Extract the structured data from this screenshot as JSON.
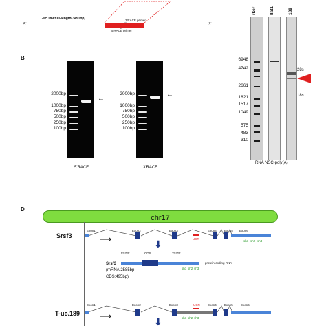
{
  "panel_a": {
    "construct_label": "T-uc.189 full-length(3451bp)",
    "end_5": "5'",
    "end_3": "3'",
    "primer_5race": "5'RACE primer",
    "primer_3race": "3'RACE primer",
    "accent_color": "#e02020"
  },
  "panel_b": {
    "letter": "B",
    "ladder_labels": [
      "2000bp",
      "1000bp",
      "750bp",
      "500bp",
      "250bp",
      "100bp"
    ],
    "gel1_caption": "5'RACE",
    "gel2_caption": "3'RACE",
    "arrow_glyph": "←"
  },
  "northern": {
    "lane_headers": [
      "rker",
      "llat1",
      "189"
    ],
    "ladder_labels": [
      "6948",
      "4742",
      "2661",
      "1821",
      "1517",
      "1049",
      "575",
      "483",
      "310"
    ],
    "marker_28s": "28s",
    "marker_18s": "18s",
    "caption": "RNA NSC-poly(A)"
  },
  "panel_d": {
    "letter": "D",
    "chromosome": "chr17",
    "chromosome_color": "#7fdc3f",
    "srsf3_label": "Srsf3",
    "srsf3_exons": [
      "Exon1",
      "Exon2",
      "Exon3",
      "Exon4",
      "Exon5",
      "Exon6"
    ],
    "ucr_label": "UCR",
    "sh_labels": [
      "sh1",
      "sh2",
      "sh3"
    ],
    "mrna_name": "Srsf3",
    "mrna_length": "(mRNA:2585bp",
    "cds_length": "CDS:495bp)",
    "utr5": "5'UTR",
    "cds": "CDS",
    "utr3": "3'UTR",
    "mrna_note": "protein-coding RNA",
    "tuc_label": "T-uc.189",
    "tuc_exons": [
      "Exon1",
      "Exon2",
      "Exon3",
      "Exon4",
      "Exon5",
      "Exon6"
    ],
    "exon_color": "#1f3a8a",
    "utr_color": "#4a84d8",
    "ucr_color": "#e02020",
    "sh_color": "#2a9a2a"
  }
}
